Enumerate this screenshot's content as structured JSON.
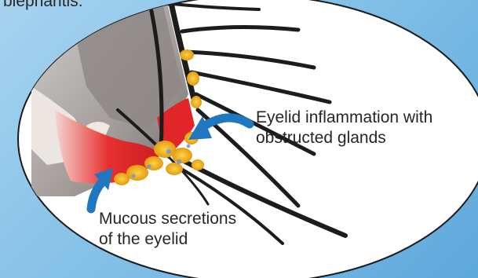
{
  "heading": {
    "partial_text": "blepharitis:"
  },
  "labels": {
    "inflammation": {
      "line1": "Eyelid inflammation with",
      "line2": "obstructed glands"
    },
    "mucous": {
      "line1": "Mucous secretions",
      "line2": "of the eyelid"
    }
  },
  "colors": {
    "background": "#7dbde6",
    "ellipse_fill": "#ffffff",
    "ellipse_stroke": "#1a1a1a",
    "arrow": "#1f78bf",
    "eyelid_red": "#e3262b",
    "gland_yellow": "#f2b51c",
    "lash": "#1c1c1c",
    "skin_grey": "#9f9a97"
  }
}
